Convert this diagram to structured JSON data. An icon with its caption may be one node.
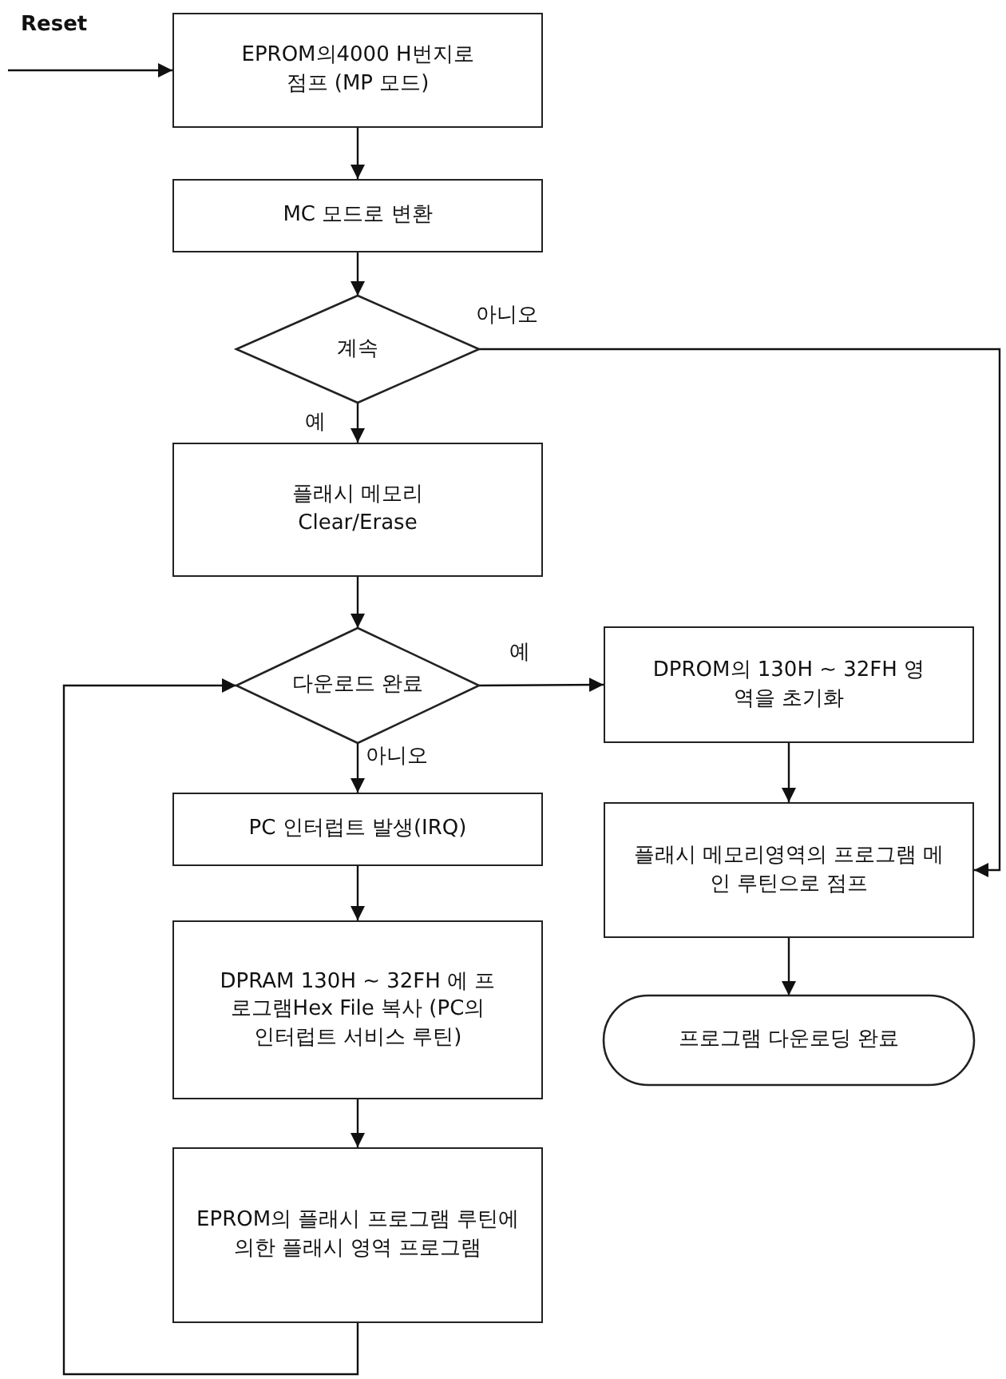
{
  "diagram": {
    "nodes": [
      {
        "text": [
          "EPROM의4000 H번지로 점프 (MP 모드)"
        ]
      },
      {
        "text": [
          "MC 모드로 변환"
        ]
      },
      {
        "text": [
          "계속"
        ]
      },
      {
        "text": [
          "플래시 메모리 Clear/Erase"
        ]
      },
      {
        "text": [
          "다운로드 완료"
        ]
      },
      {
        "text": [
          "PC 인터럽트 발생(IRQ)"
        ]
      },
      {
        "text": [
          "DPRAM 130H ~ 32FH 에 프로그램Hex File 복사 (PC의 인터럽트 서비스 루틴)"
        ]
      },
      {
        "text": [
          "EPROM의 플래시 프로그램 루틴에 의한 플래시 영역 프로그램"
        ]
      },
      {
        "text": [
          "DPROM의 130H ~ 32FH 영역을 초기화"
        ]
      },
      {
        "text": [
          "플래시 메모리영역의 프로그램 메인 루틴으로 점프"
        ]
      },
      {
        "text": [
          "프로그램 다운로딩 완료"
        ]
      }
    ],
    "edges": [
      {
        "from": null,
        "to": 0,
        "arrow": "to",
        "label": "Reset"
      },
      {
        "from": 0,
        "to": 1,
        "arrow": "to"
      },
      {
        "from": 1,
        "to": 2,
        "arrow": "to"
      },
      {
        "from": 2,
        "to": 3,
        "arrow": "to",
        "label": "예"
      },
      {
        "from": 2,
        "to": 9,
        "arrow": "to",
        "label": "아니오"
      },
      {
        "from": 3,
        "to": 4,
        "arrow": "to"
      },
      {
        "from": 4,
        "to": 8,
        "arrow": "to",
        "label": "예"
      },
      {
        "from": 4,
        "to": 5,
        "arrow": "to",
        "label": "아니오"
      },
      {
        "from": 5,
        "to": 6,
        "arrow": "to"
      },
      {
        "from": 6,
        "to": 7,
        "arrow": "to"
      },
      {
        "from": 7,
        "to": 4,
        "arrow": "to"
      },
      {
        "from": 8,
        "to": 9,
        "arrow": "to"
      },
      {
        "from": 9,
        "to": 10,
        "arrow": "to"
      }
    ]
  }
}
